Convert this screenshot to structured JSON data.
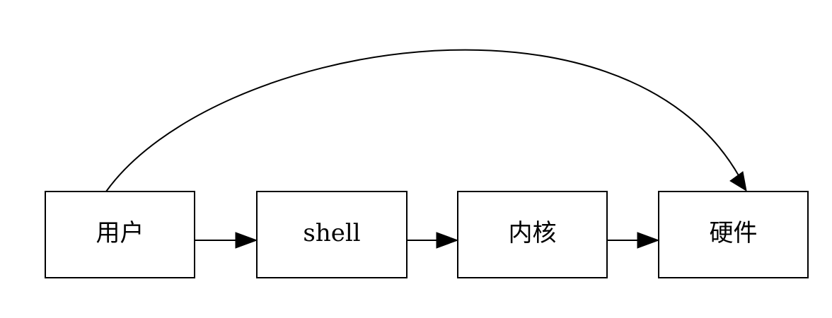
{
  "nodes": [
    {
      "id": "user",
      "label": "用户"
    },
    {
      "id": "shell",
      "label": "shell"
    },
    {
      "id": "kernel",
      "label": "内核"
    },
    {
      "id": "hardware",
      "label": "硬件"
    }
  ],
  "edges": [
    {
      "from": "user",
      "to": "shell"
    },
    {
      "from": "shell",
      "to": "kernel"
    },
    {
      "from": "kernel",
      "to": "hardware"
    },
    {
      "from": "user",
      "to": "hardware",
      "style": "curved-above"
    }
  ],
  "colors": {
    "stroke": "#000000",
    "background": "#ffffff"
  }
}
